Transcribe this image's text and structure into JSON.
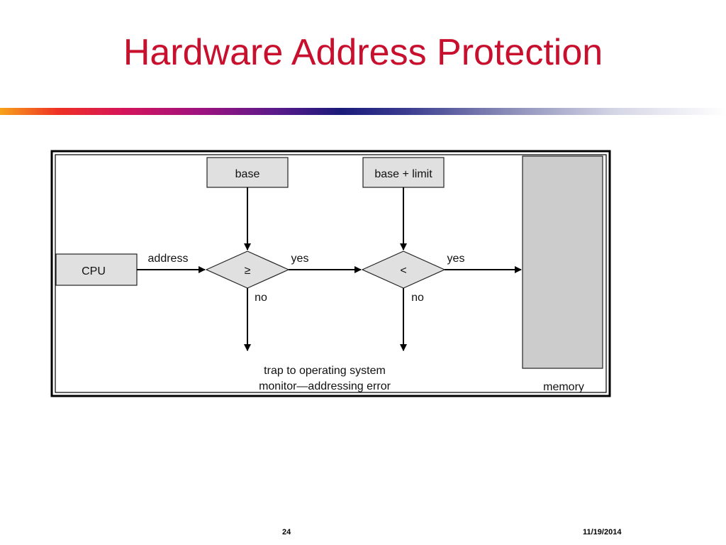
{
  "slide": {
    "title": "Hardware Address Protection",
    "page_number": "24",
    "date": "11/19/2014"
  },
  "diagram": {
    "base_label": "base",
    "base_limit_label": "base + limit",
    "cpu_label": "CPU",
    "address_label": "address",
    "compare_ge_symbol": "≥",
    "compare_lt_symbol": "<",
    "yes_label_1": "yes",
    "yes_label_2": "yes",
    "no_label_1": "no",
    "no_label_2": "no",
    "trap_line_1": "trap to operating system",
    "trap_line_2": "monitor—addressing error",
    "memory_label": "memory",
    "colors": {
      "box_fill": "#e0e0e0",
      "memory_fill": "#cccccc",
      "title_color": "#c8102e"
    }
  }
}
